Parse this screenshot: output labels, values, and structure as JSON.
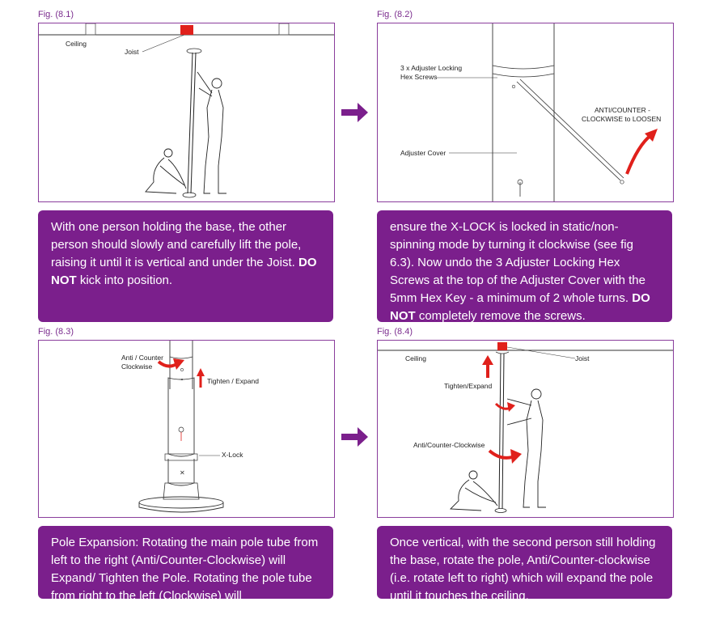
{
  "figures": {
    "f1": {
      "label": "Fig. (8.1)",
      "annotations": {
        "ceiling": "Ceiling",
        "joist": "Joist"
      },
      "desc": {
        "p1": "With one person holding the base, the other person should slowly and carefully lift the pole, raising it until it is vertical and under the Joist. ",
        "bold": "DO NOT",
        "p2": " kick into position."
      }
    },
    "f2": {
      "label": "Fig. (8.2)",
      "annotations": {
        "screws_1": "3 x Adjuster Locking",
        "screws_2": "Hex Screws",
        "anti_1": "ANTI/COUNTER -",
        "anti_2": "CLOCKWISE to LOOSEN",
        "cover": "Adjuster Cover"
      },
      "desc": {
        "p1": "ensure the X-LOCK is locked in static/non-spinning mode by turning it clockwise (see fig 6.3). Now undo the 3 Adjuster Locking Hex Screws at the top of the Adjuster Cover with the 5mm Hex Key - a minimum of 2 whole turns. ",
        "bold": "DO NOT",
        "p2": " completely remove the screws."
      }
    },
    "f3": {
      "label": "Fig. (8.3)",
      "annotations": {
        "anti_1": "Anti / Counter",
        "anti_2": "Clockwise",
        "tighten": "Tighten / Expand",
        "xlock": "X-Lock"
      },
      "desc": {
        "p1": "Pole Expansion: Rotating the main pole tube from left to the right (Anti/Counter-Clockwise) will Expand/ Tighten the Pole. Rotating the pole tube from right to the left (Clockwise) will Shorten/Loosen the Pole."
      }
    },
    "f4": {
      "label": "Fig. (8.4)",
      "annotations": {
        "ceiling": "Ceiling",
        "joist": "Joist",
        "tighten": "Tighten/Expand",
        "anti": "Anti/Counter-Clockwise"
      },
      "desc": {
        "p1": "Once vertical, with the second person still holding the base, rotate the pole, Anti/Counter-clockwise (i.e. rotate left to right) which will expand the pole until it touches the ceiling."
      }
    }
  },
  "colors": {
    "purple": "#7b1f8c",
    "red": "#e0201b",
    "arrow_purple": "#7b1f8c"
  }
}
